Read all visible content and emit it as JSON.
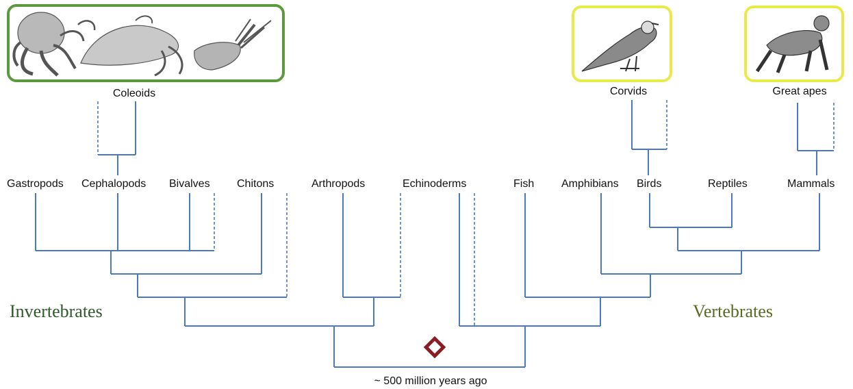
{
  "taxa": {
    "gastropods": "Gastropods",
    "cephalopods": "Cephalopods",
    "bivalves": "Bivalves",
    "chitons": "Chitons",
    "arthropods": "Arthropods",
    "echinoderms": "Echinoderms",
    "fish": "Fish",
    "amphibians": "Amphibians",
    "birds": "Birds",
    "reptiles": "Reptiles",
    "mammals": "Mammals"
  },
  "subgroups": {
    "coleoids": "Coleoids",
    "corvids": "Corvids",
    "great_apes": "Great apes"
  },
  "groups": {
    "invertebrates": "Invertebrates",
    "vertebrates": "Vertebrates"
  },
  "root_label": "~ 500 million years ago",
  "illustrations": {
    "coleoids": "octopus, cuttlefish and squid drawings",
    "corvids": "bird drawing",
    "great_apes": "ape drawing"
  },
  "colors": {
    "tree_lines": "#4a78c2",
    "coleoid_frame": "#5a9a3c",
    "corvid_frame": "#e8ea4a",
    "ape_frame": "#e8ea4a",
    "invertebrates_text": "#2f5a2a",
    "vertebrates_text": "#5a6a20",
    "root_marker": "#8a1c24"
  }
}
